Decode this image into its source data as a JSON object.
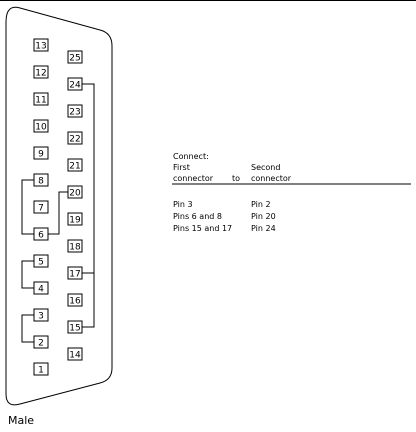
{
  "connector": {
    "caption": "Male",
    "left_column_pins": [
      "13",
      "12",
      "11",
      "10",
      "9",
      "8",
      "7",
      "6",
      "5",
      "4",
      "3",
      "2",
      "1"
    ],
    "right_column_pins": [
      "25",
      "24",
      "23",
      "22",
      "21",
      "20",
      "19",
      "18",
      "17",
      "16",
      "15",
      "14"
    ],
    "jumpers": [
      {
        "from": "8",
        "to": "6"
      },
      {
        "from": "6",
        "to": "20"
      },
      {
        "from": "24",
        "to": "15"
      },
      {
        "from": "5",
        "to": "4"
      },
      {
        "from": "3",
        "to": "2"
      }
    ]
  },
  "table": {
    "heading": "Connect:",
    "col1_header_line1": "First",
    "col1_header_line2": "connector",
    "mid_header": "to",
    "col2_header_line1": "Second",
    "col2_header_line2": "connector",
    "rows": [
      {
        "first": "Pin 3",
        "second": "Pin 2"
      },
      {
        "first": "Pins 6 and 8",
        "second": "Pin 20"
      },
      {
        "first": "Pins 15 and 17",
        "second": "Pin 24"
      }
    ]
  }
}
